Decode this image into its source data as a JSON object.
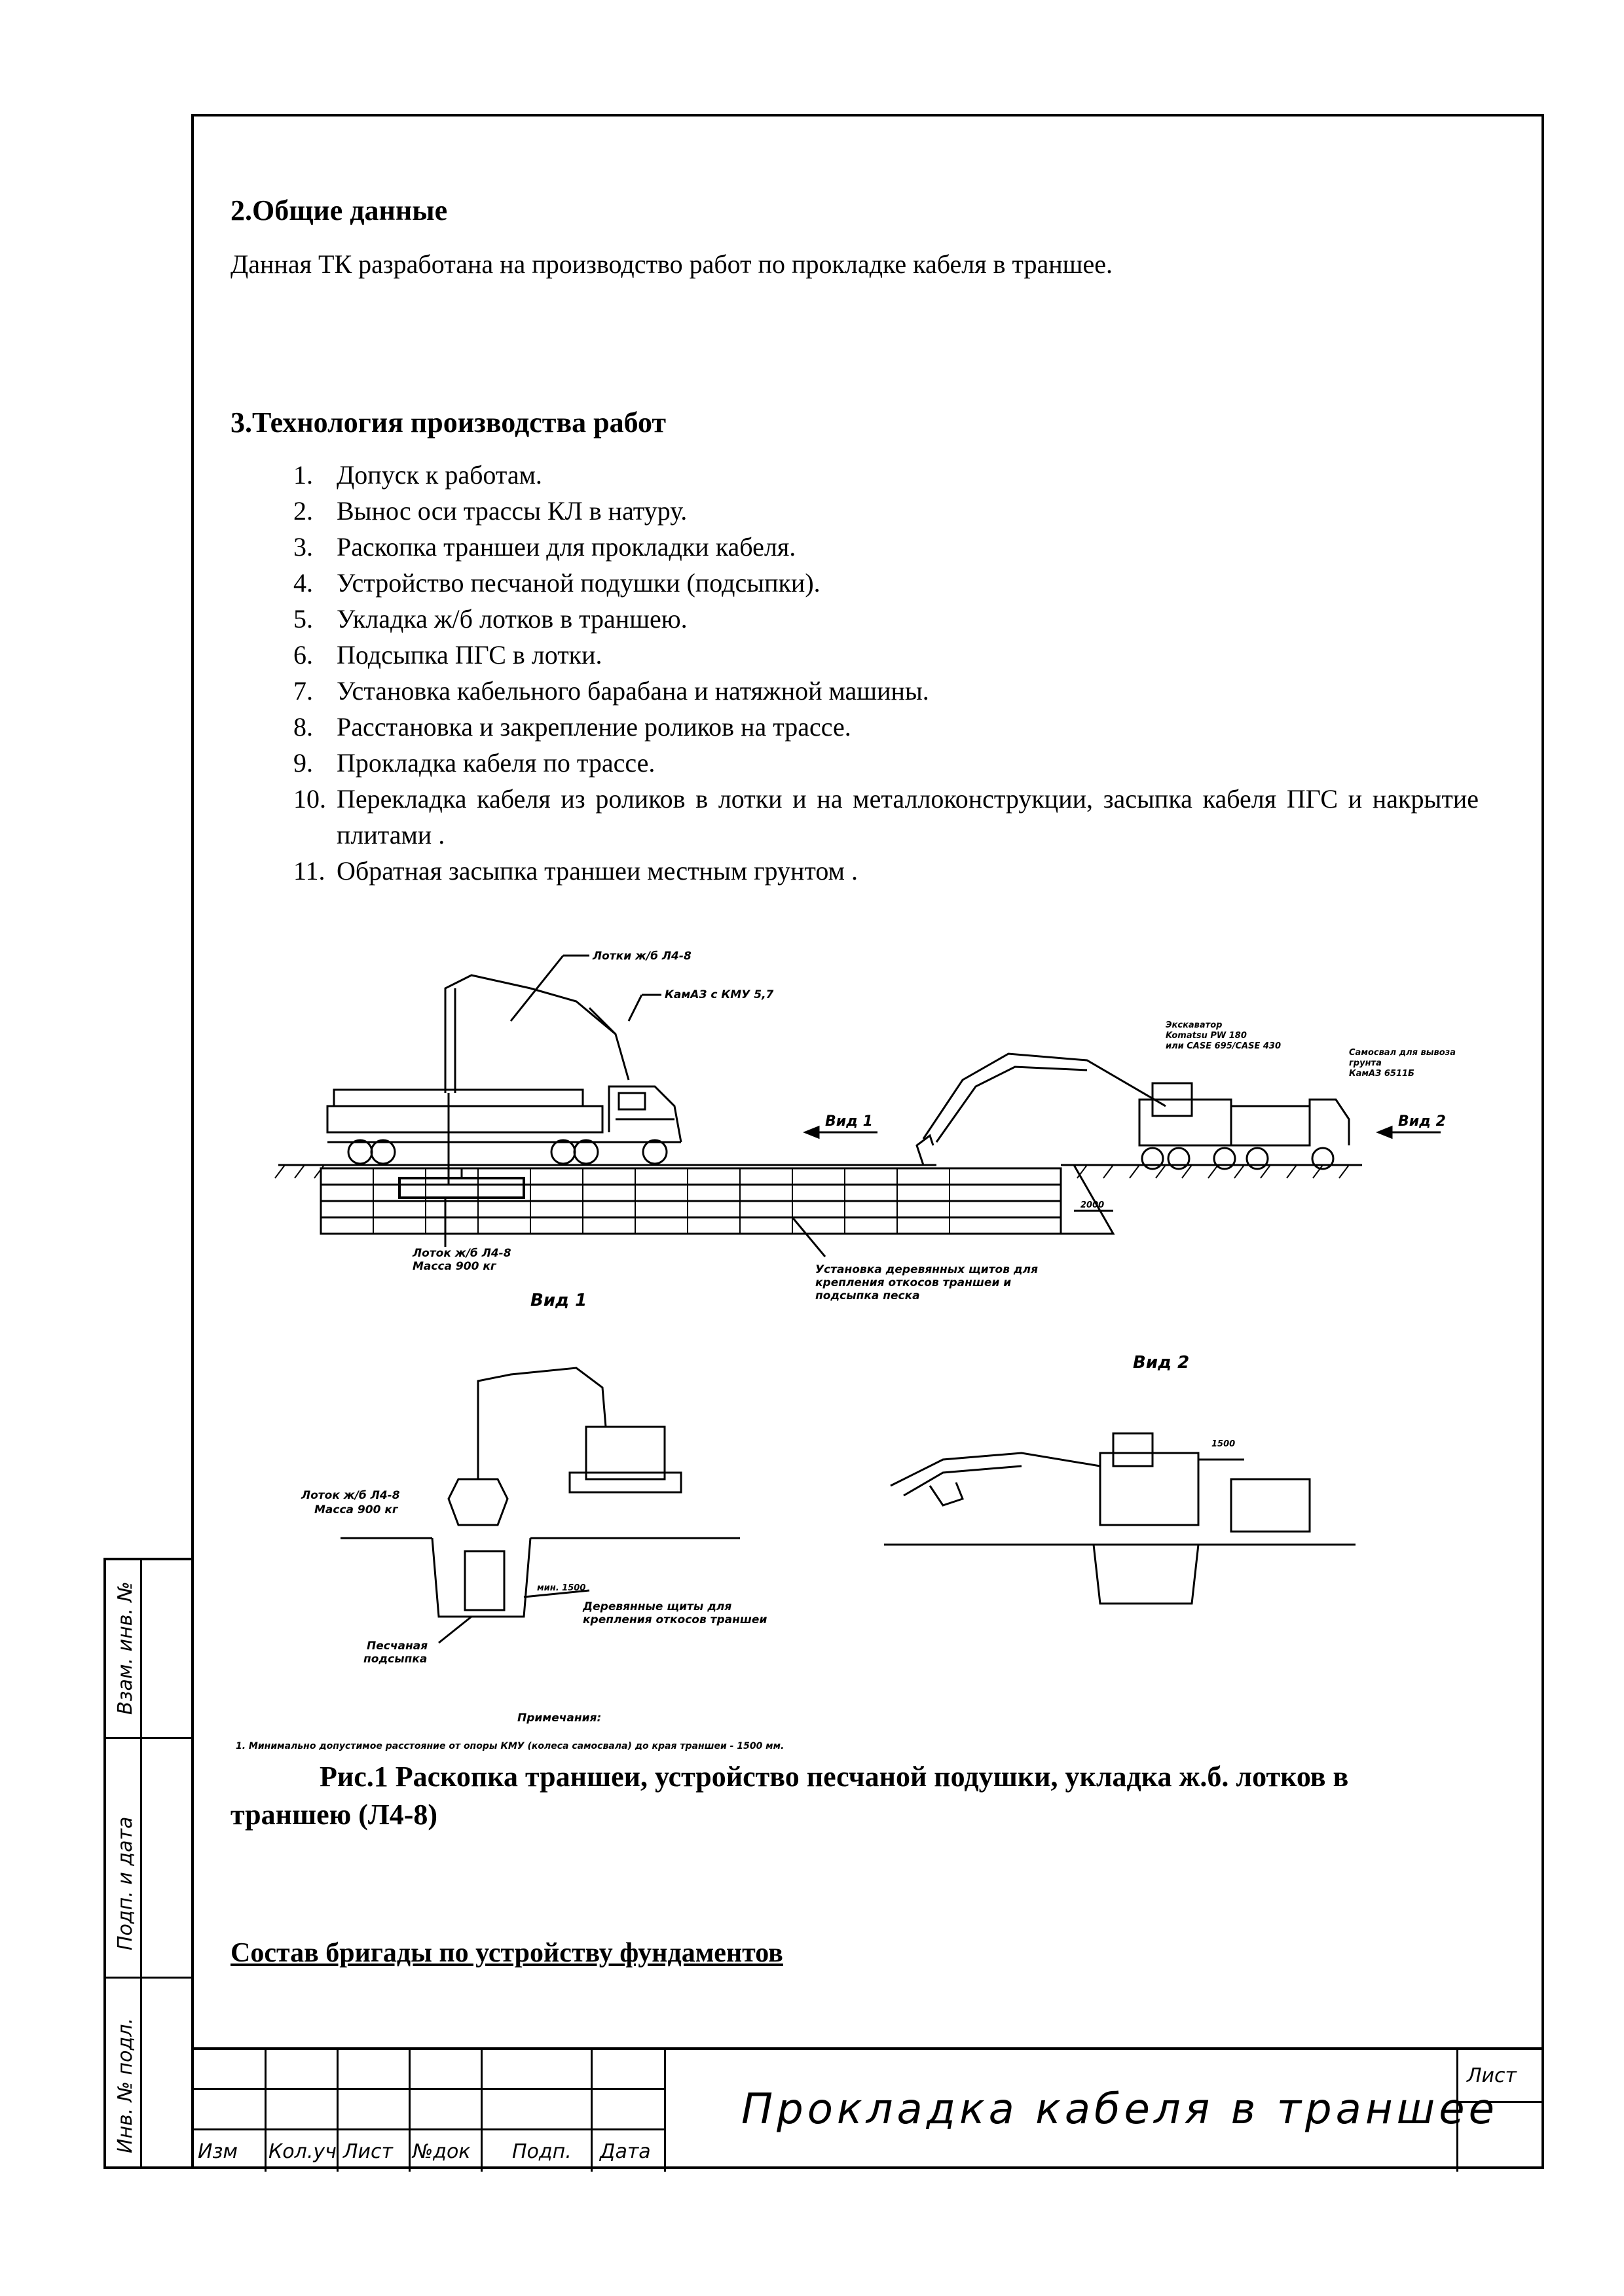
{
  "section2": {
    "heading": "2.Общие данные",
    "text": "Данная ТК разработана на производство работ по прокладке кабеля в траншее."
  },
  "section3": {
    "heading": "3.Технология производства работ",
    "steps": [
      {
        "num": "1.",
        "text": "Допуск к работам."
      },
      {
        "num": "2.",
        "text": "Вынос оси трассы КЛ в натуру."
      },
      {
        "num": "3.",
        "text": "Раскопка траншеи для прокладки кабеля."
      },
      {
        "num": "4.",
        "text": "Устройство песчаной подушки (подсыпки)."
      },
      {
        "num": "5.",
        "text": "Укладка ж/б лотков в траншею."
      },
      {
        "num": "6.",
        "text": "Подсыпка ПГС в лотки."
      },
      {
        "num": "7.",
        "text": "Установка кабельного барабана и натяжной машины."
      },
      {
        "num": "8.",
        "text": "Расстановка и закрепление роликов на трассе."
      },
      {
        "num": "9.",
        "text": "Прокладка кабеля по трассе."
      },
      {
        "num": "10.",
        "text": "Перекладка кабеля из роликов в лотки и на металлоконструкции, засыпка кабеля ПГС и накрытие плитами ."
      },
      {
        "num": "11.",
        "text": "Обратная засыпка траншеи местным грунтом ."
      }
    ]
  },
  "drawing": {
    "labels": {
      "trays": "Лотки ж/б Л4-8",
      "kamaz": "КамАЗ с КМУ 5,7",
      "excavator_1": "Экскаватор",
      "excavator_2": "Komatsu PW 180",
      "excavator_3": "или CASE 695/CASE 430",
      "dump_1": "Самосвал для вывоза",
      "dump_2": "грунта",
      "dump_3": "КамАЗ 6511Б",
      "view1_arrow": "Вид 1",
      "view2_arrow": "Вид 2",
      "dim_2000": "2000",
      "tray_label_1": "Лоток ж/б Л4-8",
      "tray_label_2": "Масса 900 кг",
      "shields_1": "Установка деревянных щитов для",
      "shields_2": "крепления откосов траншеи и",
      "shields_3": "подсыпка песка",
      "view1_title": "Вид 1",
      "view2_title": "Вид 2",
      "v1_tray_1": "Лоток ж/б Л4-8",
      "v1_tray_2": "Масса 900 кг",
      "v1_min": "мин. 1500",
      "v1_shields_1": "Деревянные щиты для",
      "v1_shields_2": "крепления откосов траншеи",
      "v1_sand_1": "Песчаная",
      "v1_sand_2": "подсыпка",
      "v2_dim": "1500",
      "notes_title": "Примечания:",
      "note_1": "1.  Минимально допустимое расстояние от опоры КМУ (колеса самосвала) до края траншеи - 1500 мм."
    }
  },
  "caption": "Рис.1 Раскопка траншеи, устройство песчаной подушки,  укладка ж.б. лотков в траншею (Л4-8)",
  "brigade": "Состав бригады по устройству фундаментов",
  "side": {
    "vzam": "Взам. инв. №",
    "podp": "Подп. и дата",
    "inv": "Инв. № подл."
  },
  "stamp": {
    "izm": "Изм",
    "koluch": "Кол.уч",
    "list": "Лист",
    "ndok": "№док",
    "podp": "Подп.",
    "data": "Дата",
    "title": "Прокладка кабеля в траншее",
    "sheet": "Лист"
  }
}
